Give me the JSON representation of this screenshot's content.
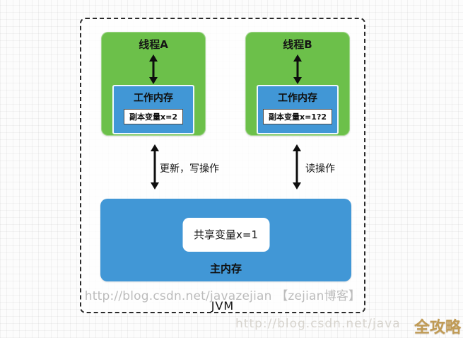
{
  "colors": {
    "green": "#6cc04a",
    "blue": "#4197d6",
    "badge_gold": "#c09b55",
    "watermark_gray": "#bcbcbc",
    "arrow_black": "#0e0e0e"
  },
  "jvm": {
    "label": "JVM",
    "threads": [
      {
        "title": "线程A",
        "memory_title": "工作内存",
        "variable": "副本变量x=2"
      },
      {
        "title": "线程B",
        "memory_title": "工作内存",
        "variable": "副本变量x=1?2"
      }
    ],
    "operations": [
      {
        "label": "更新，写操作"
      },
      {
        "label": "读操作"
      }
    ],
    "main_memory": {
      "title": "主内存",
      "shared_variable": "共享变量x=1"
    },
    "watermark_inner": "http://blog.csdn.net/javazejian 【zejian博客】"
  },
  "overlay": {
    "watermark_bottom": "http://blog.csdn.net/java",
    "badge": "全攻略"
  }
}
